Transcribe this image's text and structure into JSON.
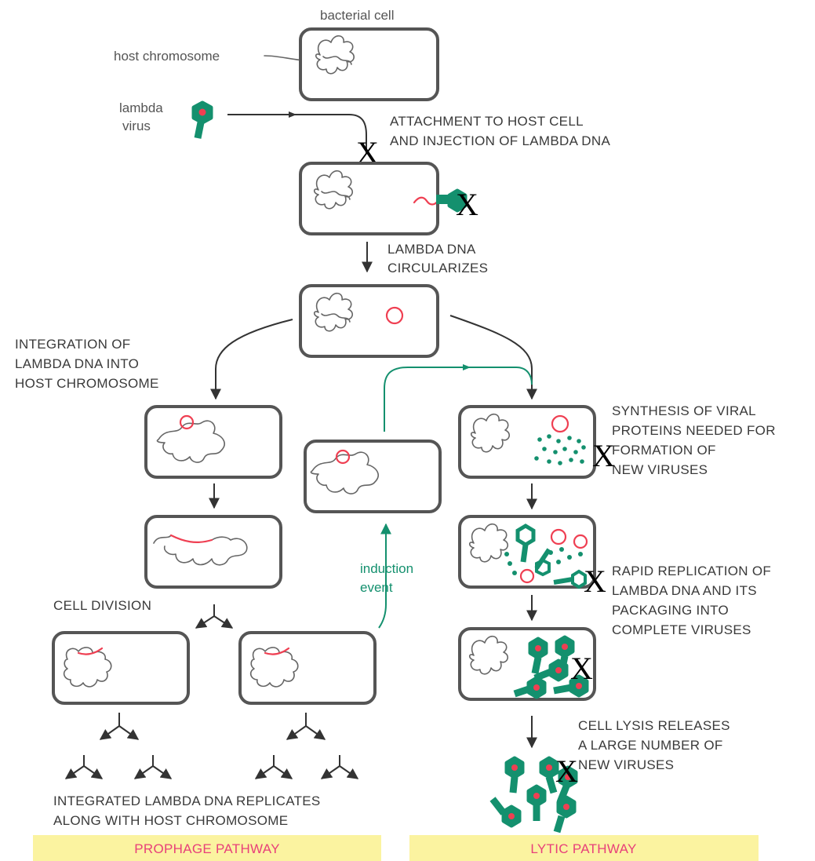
{
  "labels": {
    "bacterial_cell": "bacterial cell",
    "host_chromosome": "host chromosome",
    "lambda_virus_1": "lambda",
    "lambda_virus_2": "virus",
    "induction_1": "induction",
    "induction_2": "event",
    "cell_division": "CELL DIVISION"
  },
  "steps": {
    "attachment": [
      "ATTACHMENT TO HOST CELL",
      "AND INJECTION OF LAMBDA DNA"
    ],
    "circularizes": [
      "LAMBDA DNA",
      "CIRCULARIZES"
    ],
    "integration": [
      "INTEGRATION OF",
      "LAMBDA DNA INTO",
      "HOST CHROMOSOME"
    ],
    "synthesis": [
      "SYNTHESIS OF VIRAL",
      "PROTEINS NEEDED FOR",
      "FORMATION OF",
      "NEW VIRUSES"
    ],
    "replication": [
      "RAPID REPLICATION OF",
      "LAMBDA DNA AND ITS",
      "PACKAGING INTO",
      "COMPLETE VIRUSES"
    ],
    "lysis": [
      "CELL LYSIS RELEASES",
      "A LARGE NUMBER OF",
      "NEW VIRUSES"
    ],
    "prophage_replicates": [
      "INTEGRATED LAMBDA DNA REPLICATES",
      "ALONG WITH HOST CHROMOSOME"
    ]
  },
  "pathways": {
    "prophage": "PROPHAGE PATHWAY",
    "lytic": "LYTIC PATHWAY"
  },
  "marks": {
    "x": "X"
  },
  "colors": {
    "virus_green": "#14906e",
    "dna_red": "#ef3f52",
    "band_yellow": "#fbf3a0",
    "band_text_pink": "#e8407a"
  }
}
